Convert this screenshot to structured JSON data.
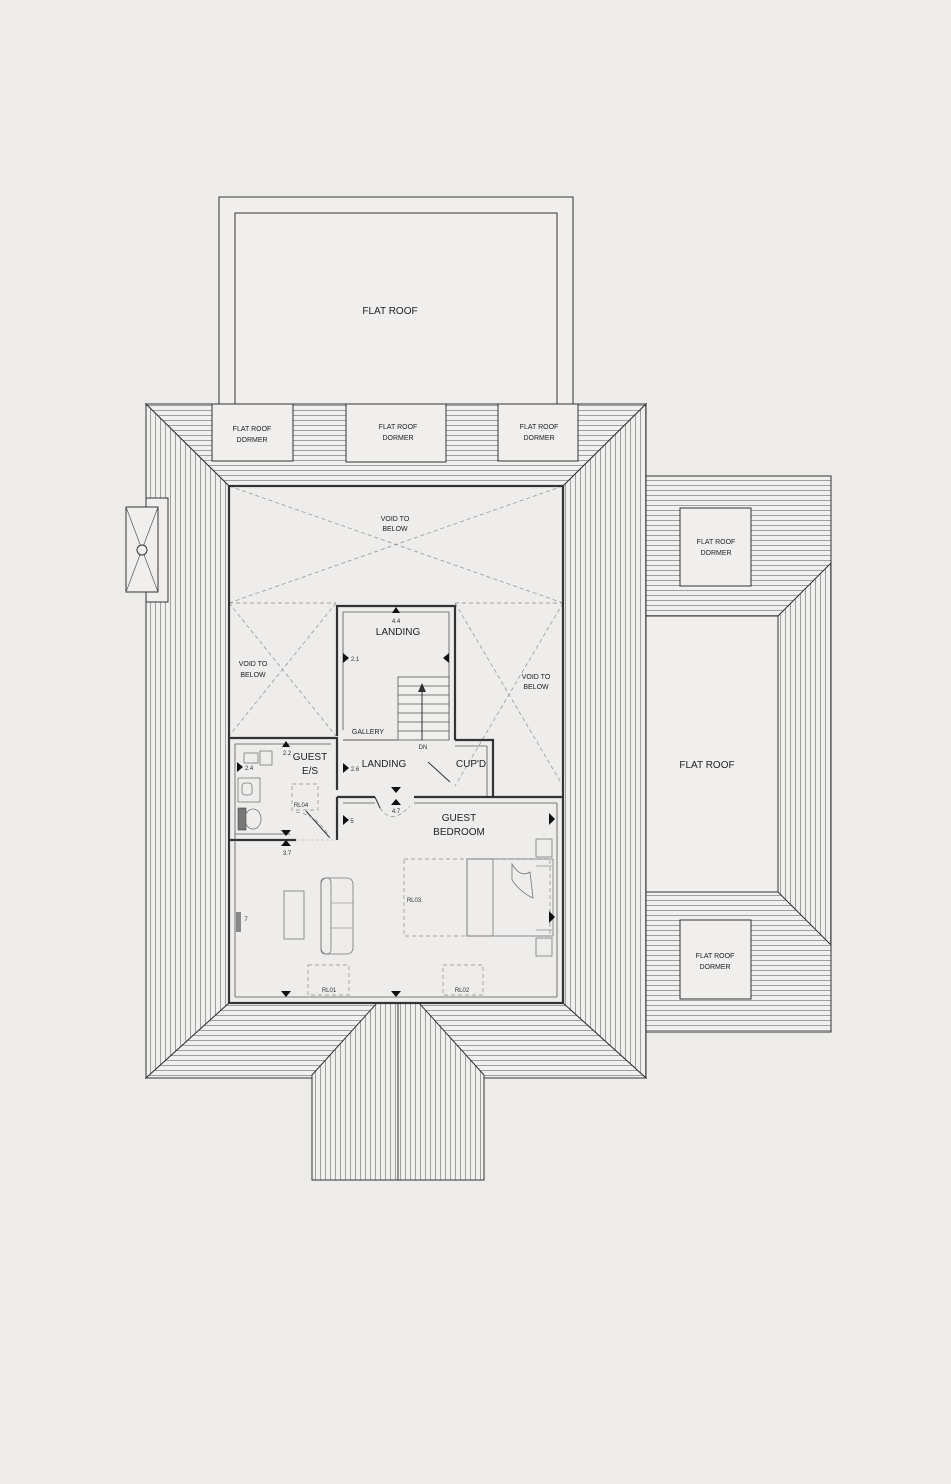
{
  "labels": {
    "flat_roof_top": "FLAT ROOF",
    "flat_roof_right": "FLAT ROOF",
    "dormer_1": [
      "FLAT ROOF",
      "DORMER"
    ],
    "dormer_2": [
      "FLAT ROOF",
      "DORMER"
    ],
    "dormer_3": [
      "FLAT ROOF",
      "DORMER"
    ],
    "dormer_4": [
      "FLAT ROOF",
      "DORMER"
    ],
    "dormer_5": [
      "FLAT ROOF",
      "DORMER"
    ],
    "void_top": [
      "VOID TO",
      "BELOW"
    ],
    "void_left": [
      "VOID TO",
      "BELOW"
    ],
    "void_right": [
      "VOID TO",
      "BELOW"
    ],
    "landing_top": "LANDING",
    "landing_mid": "LANDING",
    "gallery": "GALLERY",
    "stairs_down": "DN",
    "cupboard": "CUP'D",
    "guest_es": [
      "GUEST",
      "E/S"
    ],
    "guest_bedroom": [
      "GUEST",
      "BEDROOM"
    ]
  },
  "markers": {
    "m44": "4.4",
    "m21": "2.1",
    "m22": "2.2",
    "m24": "2.4",
    "m26": "2.6",
    "m47": "4.7",
    "m5": "5",
    "m37": "3.7",
    "m7": "7"
  },
  "roof_lights": {
    "rl01": "RL01",
    "rl02": "RL02",
    "rl03": "RL03",
    "rl04": "RL04"
  }
}
